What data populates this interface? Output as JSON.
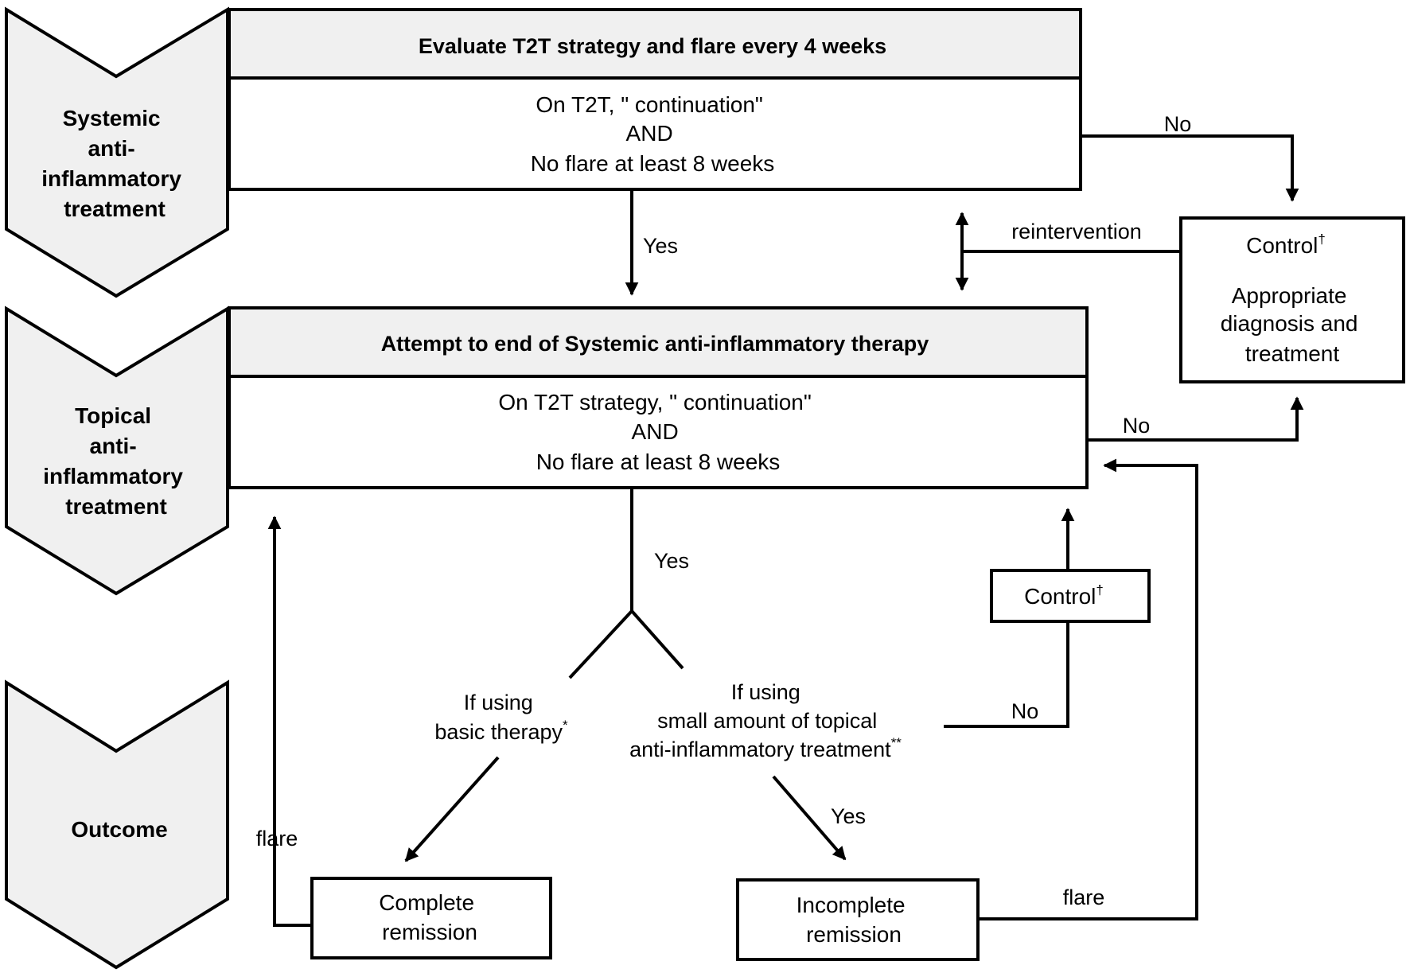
{
  "stages": {
    "systemic": [
      "Systemic",
      "anti-",
      "inflammatory",
      "treatment"
    ],
    "topical": [
      "Topical",
      "anti-",
      "inflammatory",
      "treatment"
    ],
    "outcome": "Outcome"
  },
  "box_evaluate": {
    "header": "Evaluate T2T strategy and flare every 4 weeks",
    "lines": [
      "On T2T, \" continuation\"",
      "AND",
      "No flare at least 8 weeks"
    ]
  },
  "box_attempt": {
    "header": "Attempt to end of Systemic anti-inflammatory therapy",
    "lines": [
      "On T2T strategy, \" continuation\"",
      "AND",
      "No flare at least 8 weeks"
    ]
  },
  "box_control_main": {
    "title": "Control",
    "title_mark": "†",
    "lines": [
      "Appropriate",
      "diagnosis and",
      "treatment"
    ]
  },
  "box_control_small": {
    "title": "Control",
    "title_mark": "†"
  },
  "box_complete": [
    "Complete",
    "remission"
  ],
  "box_incomplete": [
    "Incomplete",
    "remission"
  ],
  "branch_basic": {
    "lines": [
      "If using",
      "basic therapy"
    ],
    "mark": "*"
  },
  "branch_small": {
    "lines": [
      "If using",
      "small amount  of topical",
      "anti-inflammatory  treatment"
    ],
    "mark": "**"
  },
  "edges": {
    "yes_top": "Yes",
    "no_top": "No",
    "reintervention": "reintervention",
    "no_middle": "No",
    "yes_middle": "Yes",
    "no_bottom": "No",
    "yes_bottom": "Yes",
    "flare_left": "flare",
    "flare_right": "flare"
  }
}
